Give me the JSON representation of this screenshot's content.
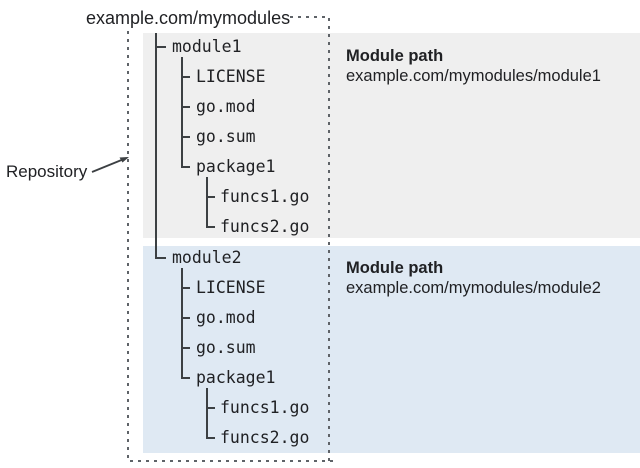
{
  "diagram": {
    "title": "example.com/mymodules",
    "repository_label": "Repository",
    "colors": {
      "module1_bg": "#efefef",
      "module2_bg": "#dfe9f3",
      "tree_line": "#3c4043",
      "dashed_border": "#5f6368",
      "text": "#202124"
    },
    "module1": {
      "name": "module1",
      "files": [
        "LICENSE",
        "go.mod",
        "go.sum",
        "package1"
      ],
      "package1_files": [
        "funcs1.go",
        "funcs2.go"
      ],
      "path_heading": "Module path",
      "path": "example.com/mymodules/module1"
    },
    "module2": {
      "name": "module2",
      "files": [
        "LICENSE",
        "go.mod",
        "go.sum",
        "package1"
      ],
      "package1_files": [
        "funcs1.go",
        "funcs2.go"
      ],
      "path_heading": "Module path",
      "path": "example.com/mymodules/module2"
    }
  }
}
